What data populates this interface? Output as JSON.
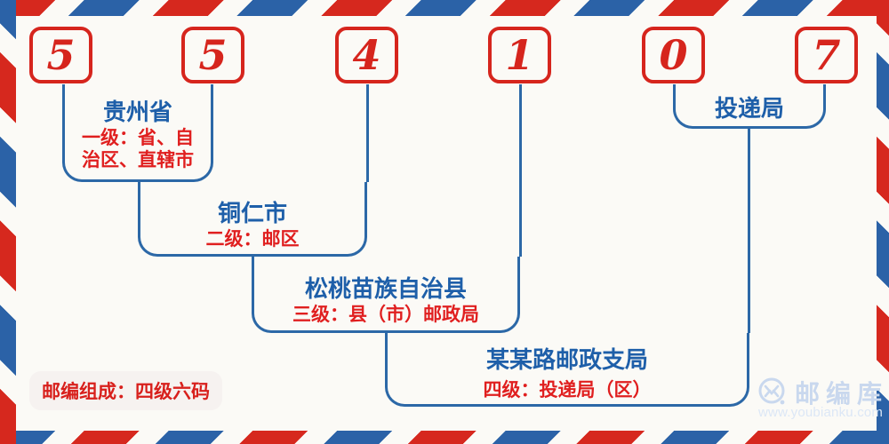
{
  "postal_code": {
    "value": "554107",
    "digits": [
      "5",
      "5",
      "4",
      "1",
      "0",
      "7"
    ]
  },
  "levels": [
    {
      "name": "贵州省",
      "desc_lines": [
        "一级：省、自",
        "治区、直辖市"
      ]
    },
    {
      "name": "铜仁市",
      "desc": "二级：邮区"
    },
    {
      "name": "松桃苗族自治县",
      "desc": "三级：县（市）邮政局"
    },
    {
      "name": "某某路邮政支局",
      "desc": "四级：投递局（区）"
    },
    {
      "name": "投递局"
    }
  ],
  "footer": {
    "note": "邮编组成：四级六码"
  },
  "watermark": {
    "brand": "邮编库",
    "url": "www.youbianku.com",
    "logo_icon": "envelope-circle-icon"
  },
  "colors": {
    "accent_red": "#d6251d",
    "accent_blue": "#2c68a7",
    "text_blue": "#1e5fa9",
    "text_red": "#e01f1f",
    "background": "#fbfaf6",
    "watermark_blue": "#c9d8ee"
  }
}
